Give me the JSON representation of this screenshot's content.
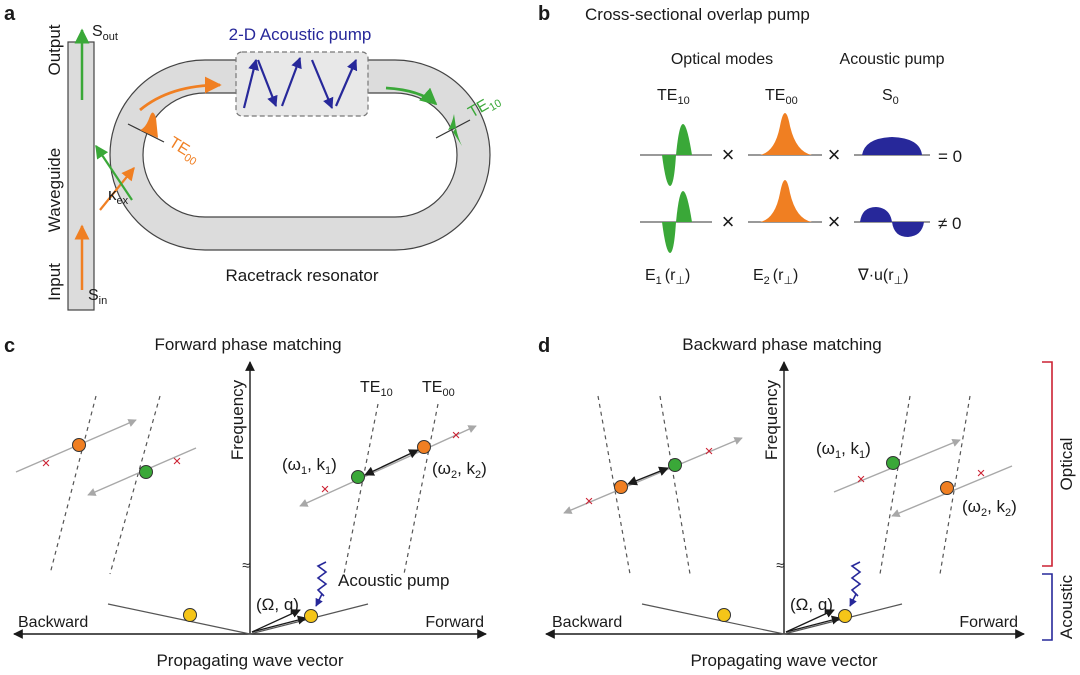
{
  "panels": {
    "a": "a",
    "b": "b",
    "c": "c",
    "d": "d"
  },
  "colors": {
    "orange": "#f07f22",
    "green": "#3aa838",
    "blue": "#27289a",
    "gray": "#dcdcdc",
    "red": "#cc2233",
    "yellow": "#f5c518"
  },
  "panel_a": {
    "waveguide": "Waveguide",
    "output": "Output",
    "input": "Input",
    "s_out": {
      "main": "S",
      "sub": "out"
    },
    "s_in": {
      "main": "S",
      "sub": "in"
    },
    "kappa": {
      "main": "κ",
      "sub": "ex"
    },
    "te00": {
      "main": "TE",
      "sub": "00"
    },
    "te10": {
      "main": "TE",
      "sub": "10"
    },
    "pump_title": "2-D Acoustic pump",
    "resonator": "Racetrack resonator"
  },
  "panel_b": {
    "title": "Cross-sectional overlap pump",
    "optical_modes": "Optical modes",
    "acoustic_pump": "Acoustic pump",
    "col1": {
      "main": "TE",
      "sub": "10"
    },
    "col2": {
      "main": "TE",
      "sub": "00"
    },
    "col3": {
      "main": "S",
      "sub": "0"
    },
    "times": "×",
    "eq_zero": "= 0",
    "neq_zero": "≠ 0",
    "e1": {
      "main": "E",
      "sub": "1",
      "tail": "(r",
      "tailsub": "⊥",
      "end": ")"
    },
    "e2": {
      "main": "E",
      "sub": "2",
      "tail": "(r",
      "tailsub": "⊥",
      "end": ")"
    },
    "divu": {
      "main": "∇·u(r",
      "sub": "⊥",
      "end": ")"
    }
  },
  "panel_c": {
    "title": "Forward phase matching",
    "frequency": "Frequency",
    "backward": "Backward",
    "forward": "Forward",
    "xlabel": "Propagating wave vector",
    "te10": {
      "main": "TE",
      "sub": "10"
    },
    "te00": {
      "main": "TE",
      "sub": "00"
    },
    "w1k1": {
      "a": "(ω",
      "b": "1",
      "c": ", k",
      "d": "1",
      "e": ")"
    },
    "w2k2": {
      "a": "(ω",
      "b": "2",
      "c": ", k",
      "d": "2",
      "e": ")"
    },
    "omega_q": "(Ω, q)",
    "acoustic_pump": "Acoustic pump"
  },
  "panel_d": {
    "title": "Backward phase matching",
    "frequency": "Frequency",
    "backward": "Backward",
    "forward": "Forward",
    "xlabel": "Propagating wave vector",
    "w1k1": {
      "a": "(ω",
      "b": "1",
      "c": ", k",
      "d": "1",
      "e": ")"
    },
    "w2k2": {
      "a": "(ω",
      "b": "2",
      "c": ", k",
      "d": "2",
      "e": ")"
    },
    "omega_q": "(Ω, q)",
    "optical": "Optical",
    "acoustic": "Acoustic"
  }
}
